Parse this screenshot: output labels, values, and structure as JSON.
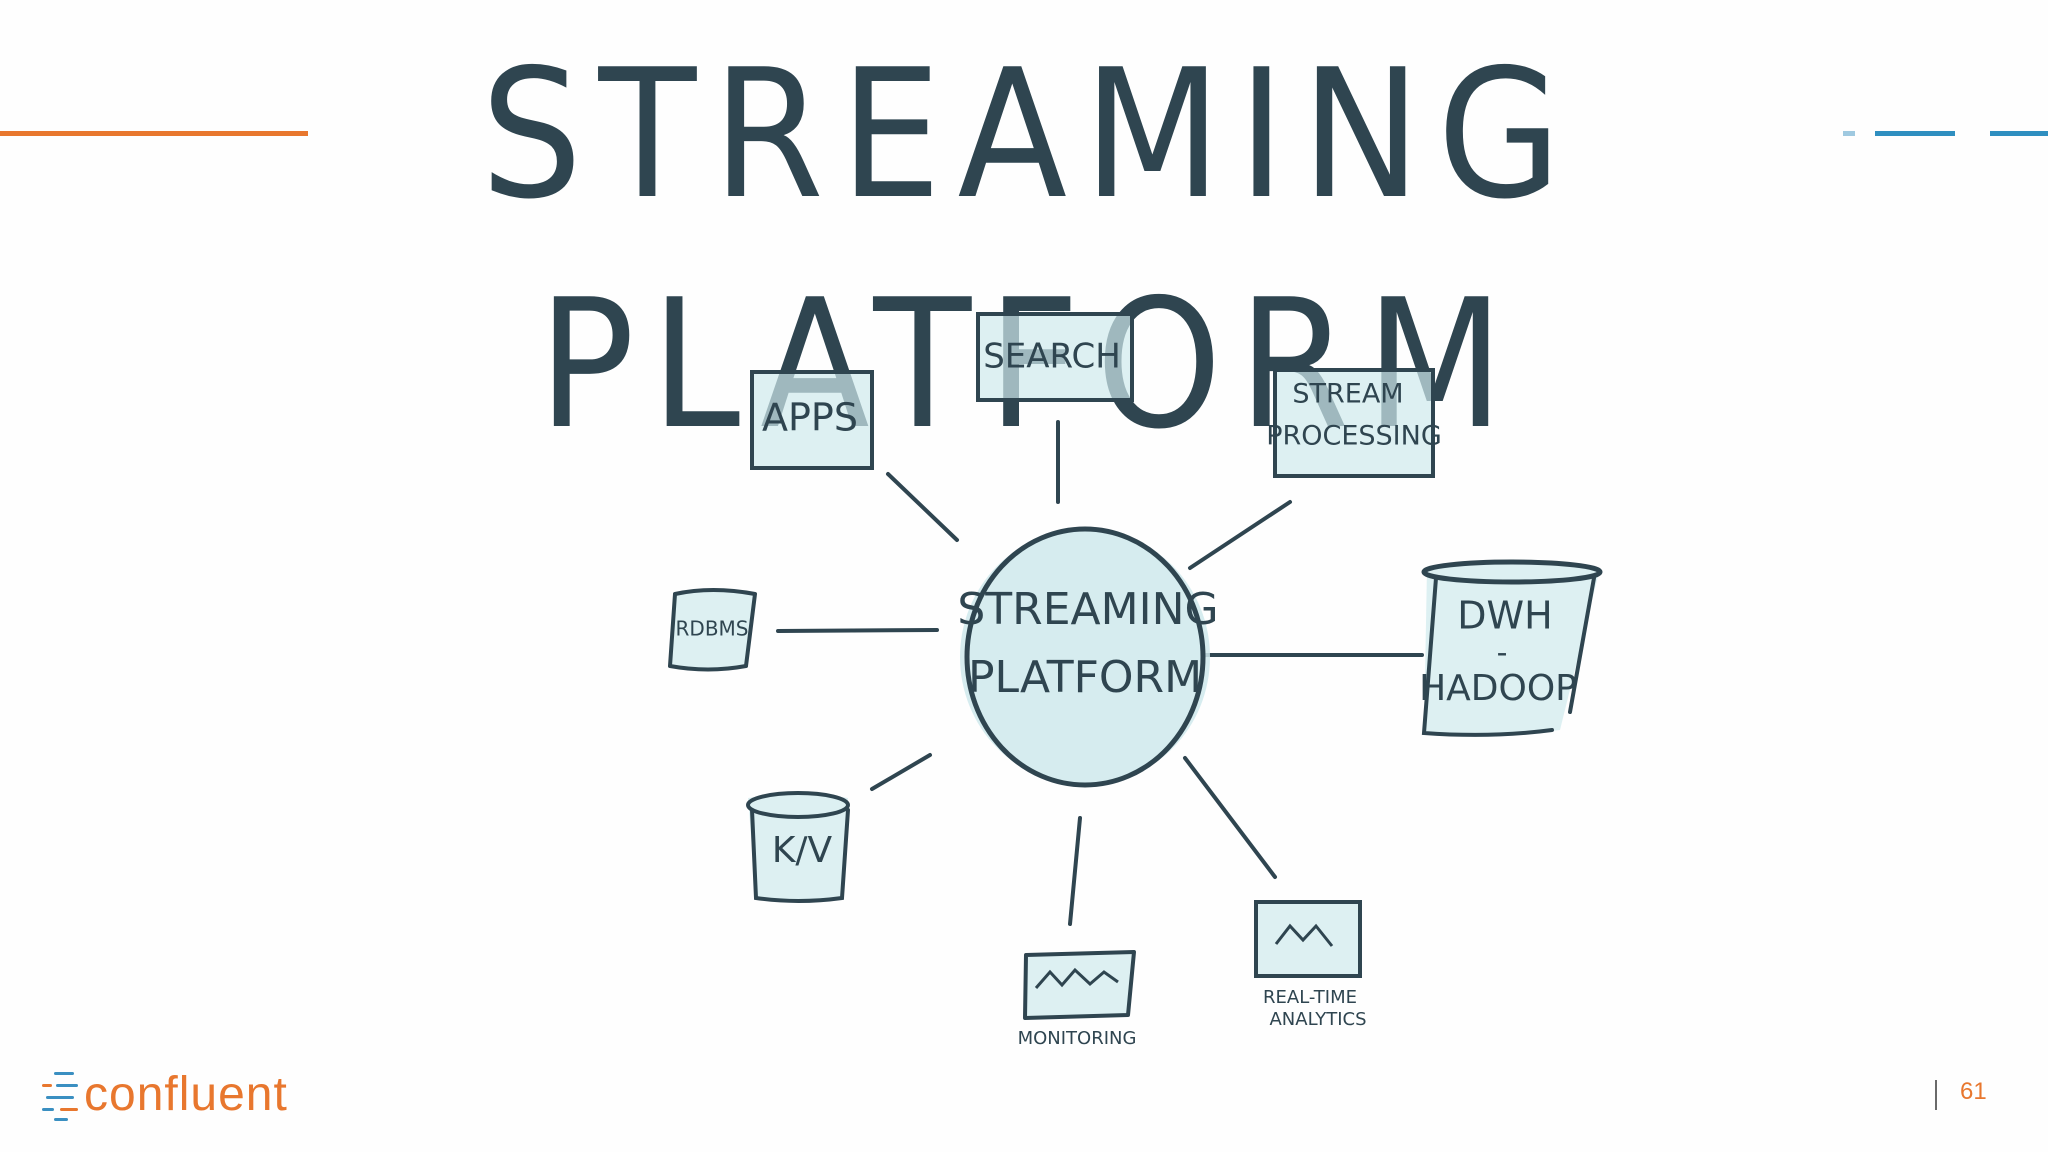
{
  "slide": {
    "title": "STREAMING PLATFORM",
    "page_number": "61"
  },
  "brand": {
    "name": "confluent",
    "accent_color": "#e8772e",
    "secondary_color": "#3a8fc1",
    "ink_color": "#2f4550",
    "wash_color": "#cfe9ec"
  },
  "diagram": {
    "hub": {
      "line1": "STREAMING",
      "line2": "PLATFORM"
    },
    "nodes": {
      "apps": "APPS",
      "search": "SEARCH",
      "stream_processing_line1": "STREAM",
      "stream_processing_line2": "PROCESSING",
      "rdbms": "RDBMS",
      "dwh_line1": "DWH",
      "dwh_sep": "-",
      "dwh_line2": "HADOOP",
      "kv": "K/V",
      "monitoring": "MONITORING",
      "analytics_line1": "REAL-TIME",
      "analytics_line2": "ANALYTICS"
    }
  }
}
